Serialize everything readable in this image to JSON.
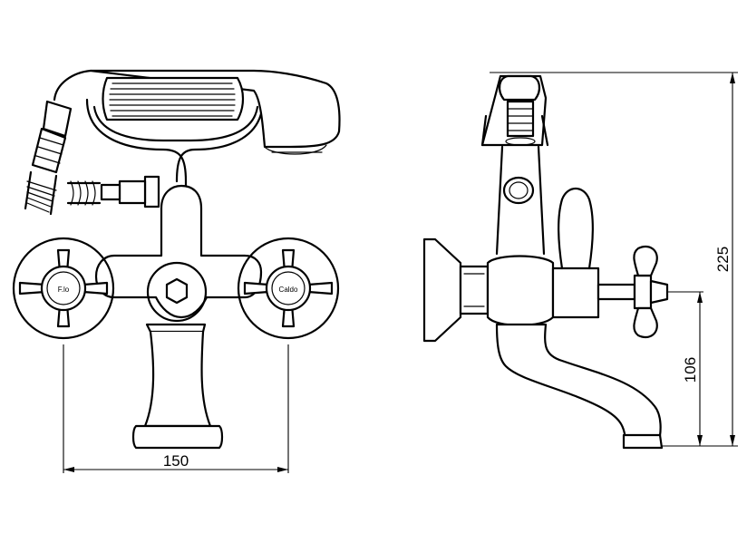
{
  "dimensions": {
    "width_label": "150",
    "spout_height_label": "106",
    "total_height_label": "225"
  },
  "handle_marks": {
    "left": "F.lo",
    "right": "Caldo"
  }
}
